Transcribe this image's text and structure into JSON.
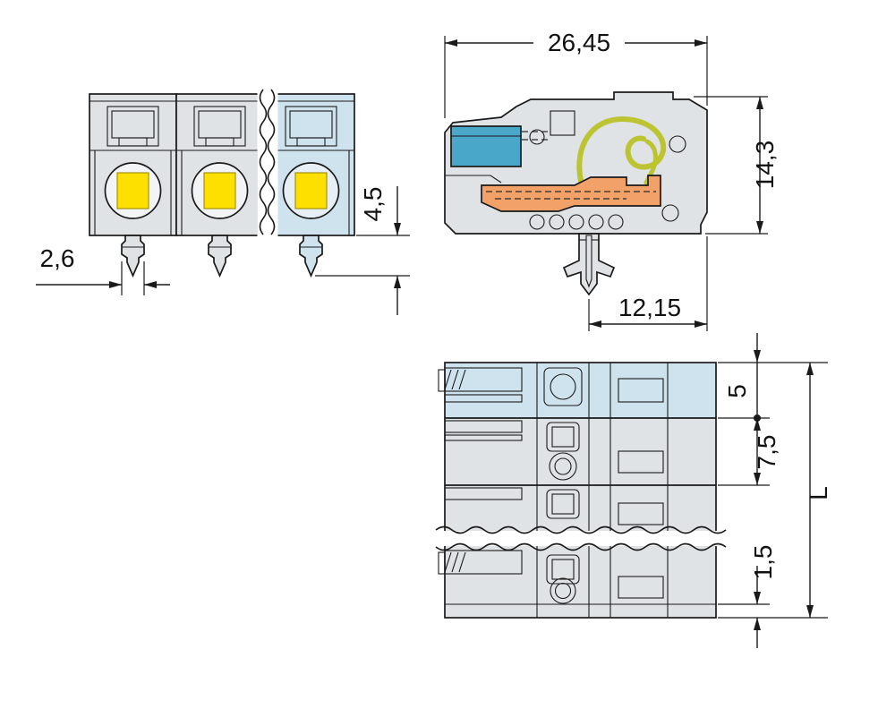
{
  "drawing": {
    "kind": "connector-technical-drawing",
    "dimensions": {
      "overall_width": "26,45",
      "overall_height": "14,3",
      "snap_foot_to_edge": "12,15",
      "pin_width": "2,6",
      "pin_length": "4,5",
      "first_pole_offset": "5",
      "pole_pitch": "7,5",
      "end_clearance": "1,5",
      "total_length": "L"
    },
    "colors": {
      "background": "#ffffff",
      "body_gray": "#dfe3e6",
      "recess_gray": "#c6ccd0",
      "highlight_blue_light": "#cfe3ee",
      "clamp_blue": "#49a7c9",
      "button_yellow": "#fddf00",
      "busbar_orange": "#f2a268",
      "spring_yellow": "#bcc431",
      "line_black": "#1a1a1a"
    }
  }
}
